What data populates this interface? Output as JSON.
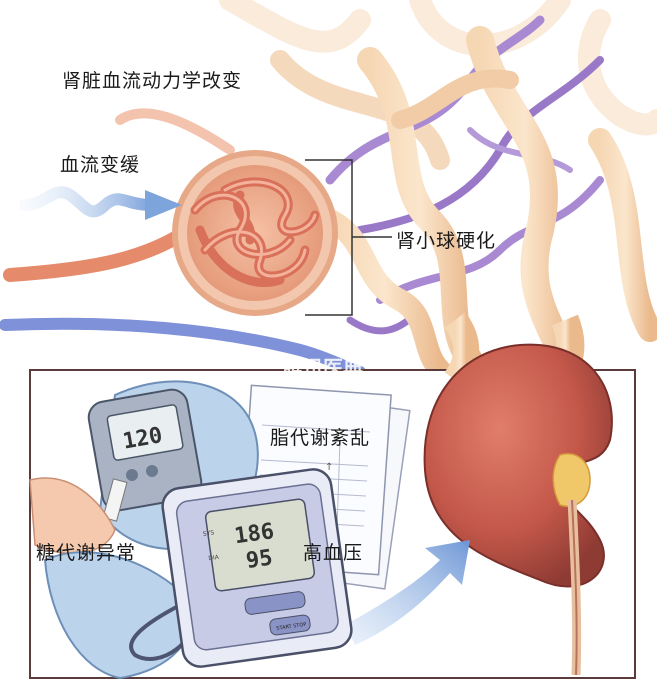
{
  "labels": {
    "hemodynamics": "肾脏血流动力学改变",
    "slow_flow": "血流变缓",
    "glomerulosclerosis": "肾小球硬化",
    "lipid": "脂代谢紊乱",
    "sugar": "糖代谢异常",
    "hypertension": "高血压"
  },
  "watermark": "腾讯医典",
  "devices": {
    "glucometer_reading": "120",
    "bp_systolic": "186",
    "bp_diastolic": "95",
    "bp_labels": [
      "SYS",
      "DIA"
    ],
    "bp_button": "START STOP"
  },
  "colors": {
    "vessel_beige": "#f2c9a0",
    "vessel_purple": "#9a78c8",
    "artery_red": "#e58a6a",
    "kidney_red": "#c85a4a",
    "flow_blue": "#8fb2e2",
    "frame": "#5a3a3a"
  }
}
